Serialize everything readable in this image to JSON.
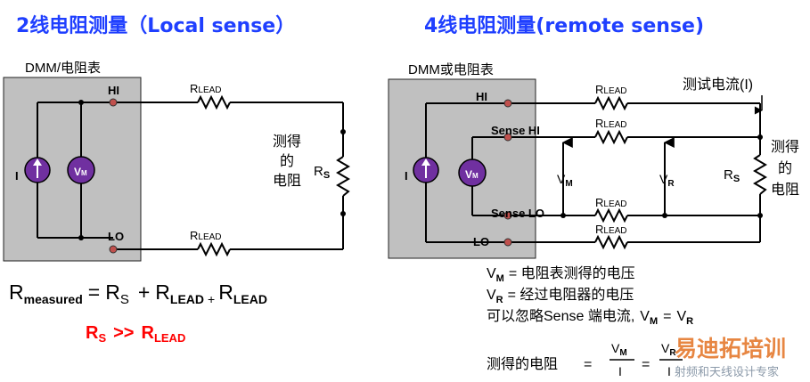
{
  "left": {
    "title": "2线电阻测量（Local sense）",
    "box_label": "DMM/电阻表",
    "hi": "HI",
    "lo": "LO",
    "r_lead": "R",
    "r_lead_sub": "LEAD",
    "source_i": "I",
    "vm": "V",
    "vm_sub": "M",
    "measured_1": "测得",
    "measured_2": "的",
    "measured_3": "电阻",
    "rs": "R",
    "rs_sub": "S",
    "formula": {
      "r": "R",
      "r_sub": "measured",
      "eq": "=",
      "rs": "R",
      "rs_sub": "S",
      "plus1": "+",
      "rl1": "R",
      "rl1_sub": "LEAD",
      "plus2": "+",
      "rl2": "R",
      "rl2_sub": "LEAD"
    },
    "relation": {
      "rs": "R",
      "rs_sub": "S",
      "gg": ">>",
      "rl": "R",
      "rl_sub": "LEAD"
    }
  },
  "right": {
    "title": "4线电阻测量(remote sense)",
    "box_label": "DMM或电阻表",
    "hi": "HI",
    "sense_hi": "Sense HI",
    "sense_lo": "Sense LO",
    "lo": "LO",
    "r_lead": "R",
    "r_lead_sub": "LEAD",
    "test_current": "测试电流(I)",
    "source_i": "I",
    "vm": "V",
    "vm_sub": "M",
    "vr": "V",
    "vr_sub": "R",
    "rs": "R",
    "rs_sub": "S",
    "measured_1": "测得",
    "measured_2": "的",
    "measured_3": "电阻",
    "note1": "= 电阻表测得的电压",
    "note2": "= 经过电阻器的电压",
    "note3": "可以忽略Sense 端电流,",
    "note3_eq": "=",
    "final_label": "测得的电阻",
    "eq": "="
  },
  "watermark": {
    "top": "易迪拓培训",
    "bottom": "射频和天线设计专家"
  },
  "colors": {
    "title": "#1f3fff",
    "red": "#ff0000",
    "box": "#c0c0c0",
    "source": "#7030a0",
    "node": "#c0504d"
  }
}
